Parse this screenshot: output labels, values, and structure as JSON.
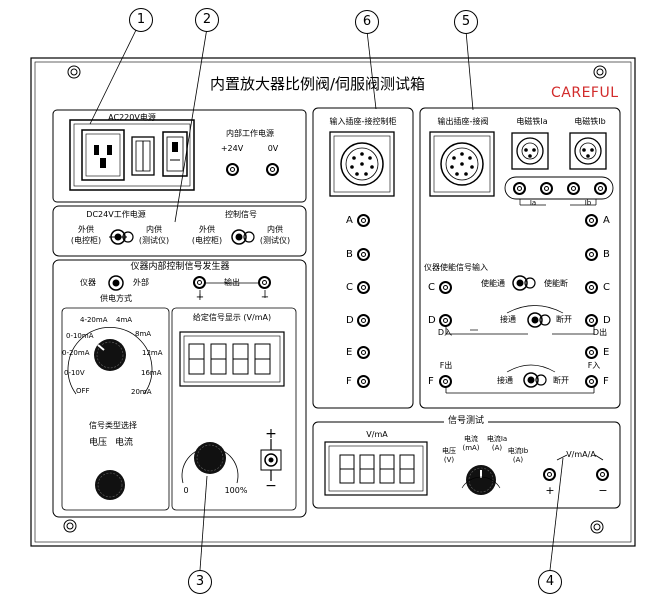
{
  "title": "内置放大器比例阀/伺服阀测试箱",
  "careful": "CAREFUL",
  "callouts": [
    "1",
    "2",
    "3",
    "4",
    "5",
    "6"
  ],
  "power": {
    "ac_label": "AC220V电源",
    "internal_supply": "内部工作电源",
    "plus24": "+24V",
    "zero_v": "0V"
  },
  "dc24": {
    "label": "DC24V工作电源",
    "ext": "外供",
    "ext_sub": "(电控柜)",
    "int": "内供",
    "int_sub": "(测试仪)"
  },
  "ctrl": {
    "label": "控制信号",
    "ext": "外供",
    "ext_sub": "(电控柜)",
    "int": "内供",
    "int_sub": "(测试仪)"
  },
  "gen": {
    "title": "仪器内部控制信号发生器",
    "instrument": "仪器",
    "external": "外部",
    "supply_mode": "供电方式",
    "output": "输出",
    "plus": "+",
    "minus": "−"
  },
  "range_dial": {
    "r1": "4-20mA",
    "r2": "4mA",
    "r3": "0-10mA",
    "r4": "8mA",
    "r5": "0-20mA",
    "r6": "12mA",
    "r7": "0-10V",
    "r8": "16mA",
    "off": "OFF",
    "r9": "20mA"
  },
  "sig_type": {
    "title": "信号类型选择",
    "voltage": "电压",
    "current": "电流"
  },
  "setpoint": {
    "title": "给定信号显示 (V/mA)",
    "zero": "0",
    "hundred": "100%",
    "plus": "+",
    "minus": "−"
  },
  "input_panel": {
    "title": "输入插座-接控制柜",
    "letters": [
      "A",
      "B",
      "C",
      "D",
      "E",
      "F"
    ]
  },
  "output_panel": {
    "title": "输出插座-接阀",
    "ia": "电磁铁Ia",
    "ib": "电磁铁Ib",
    "ia_small": "Ia",
    "ib_small": "Ib",
    "letters": [
      "A",
      "B",
      "C",
      "D",
      "E",
      "F"
    ],
    "enable_signal": "仪器使能信号输入",
    "c_left": "C",
    "enable_on": "使能通",
    "enable_off": "使能断",
    "d_left": "D",
    "d_in": "D入",
    "connect": "接通",
    "disconnect": "断开",
    "d_out": "D出",
    "f_out": "F出",
    "f_left": "F",
    "f_in": "F入",
    "connect2": "接通",
    "disconnect2": "断开"
  },
  "meter": {
    "title": "信号测试",
    "unit": "V/mA",
    "sw_current": "电流",
    "sw_current_unit": "(mA)",
    "sw_voltage": "电压",
    "sw_voltage_unit": "(V)",
    "sw_ia": "电流Ia",
    "sw_ia_unit": "(A)",
    "sw_ib": "电流Ib",
    "sw_ib_unit": "(A)",
    "vma_a": "V/mA/A",
    "plus": "+",
    "minus": "−"
  }
}
